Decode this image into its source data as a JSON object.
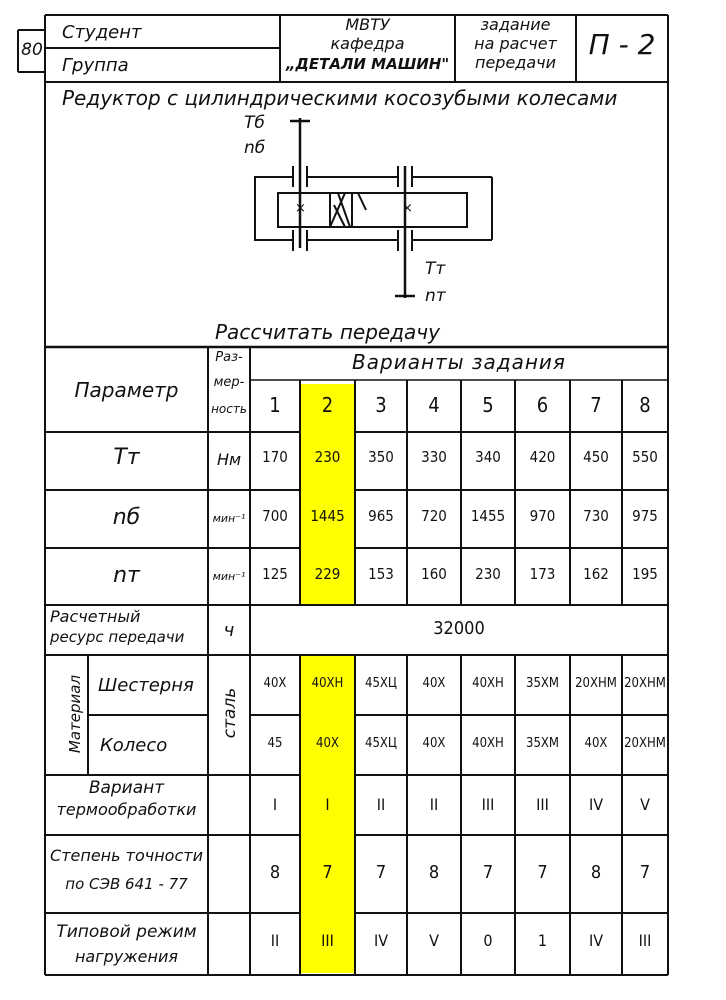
{
  "header": {
    "page_num": "80",
    "student": "Студент",
    "group": "Группа",
    "org1": "МВТУ",
    "org2": "кафедра",
    "org3": "„ДЕТАЛИ МАШИН\"",
    "task1": "задание",
    "task2": "на расчет",
    "task3": "передачи",
    "code": "П - 2"
  },
  "title": "Редуктор с цилиндрическими косозубыми колесами",
  "diagram": {
    "tb": "Тб",
    "nb": "nб",
    "tt": "Тт",
    "nt": "nт",
    "x1": "×",
    "x2": "×"
  },
  "calc_label": "Рассчитать передачу",
  "table": {
    "param_header": "Параметр",
    "dim_header": [
      "Раз-",
      "мер-",
      "ность"
    ],
    "variants_header": "Варианты задания",
    "variants": [
      "1",
      "2",
      "3",
      "4",
      "5",
      "6",
      "7",
      "8"
    ],
    "highlight_color": "#ffff00",
    "rows": [
      {
        "param": "Тт",
        "dim": "Нм",
        "values": [
          "170",
          "230",
          "350",
          "330",
          "340",
          "420",
          "450",
          "550"
        ]
      },
      {
        "param": "nб",
        "dim": "мин⁻¹",
        "values": [
          "700",
          "1445",
          "965",
          "720",
          "1455",
          "970",
          "730",
          "975"
        ]
      },
      {
        "param": "nт",
        "dim": "мин⁻¹",
        "values": [
          "125",
          "229",
          "153",
          "160",
          "230",
          "173",
          "162",
          "195"
        ]
      }
    ],
    "resource": {
      "label1": "Расчетный",
      "label2": "ресурс передачи",
      "dim": "ч",
      "value": "32000"
    },
    "material": {
      "group_label": "Материал",
      "dim": "сталь",
      "gear": {
        "label": "Шестерня",
        "values": [
          "40Х",
          "40ХН",
          "45ХЦ",
          "40Х",
          "40ХН",
          "35ХМ",
          "20ХНМ",
          "20ХНМ"
        ]
      },
      "wheel": {
        "label": "Колесо",
        "values": [
          "45",
          "40Х",
          "45ХЦ",
          "40Х",
          "40ХН",
          "35ХМ",
          "40Х",
          "20ХНМ"
        ]
      }
    },
    "heat": {
      "label1": "Вариант",
      "label2": "термообработки",
      "values": [
        "I",
        "I",
        "II",
        "II",
        "III",
        "III",
        "IV",
        "V"
      ]
    },
    "accuracy": {
      "label1": "Степень точности",
      "label2": "по СЭВ 641 - 77",
      "values": [
        "8",
        "7",
        "7",
        "8",
        "7",
        "7",
        "8",
        "7"
      ]
    },
    "load": {
      "label1": "Типовой режим",
      "label2": "нагружения",
      "values": [
        "II",
        "III",
        "IV",
        "V",
        "0",
        "1",
        "IV",
        "III"
      ]
    }
  }
}
